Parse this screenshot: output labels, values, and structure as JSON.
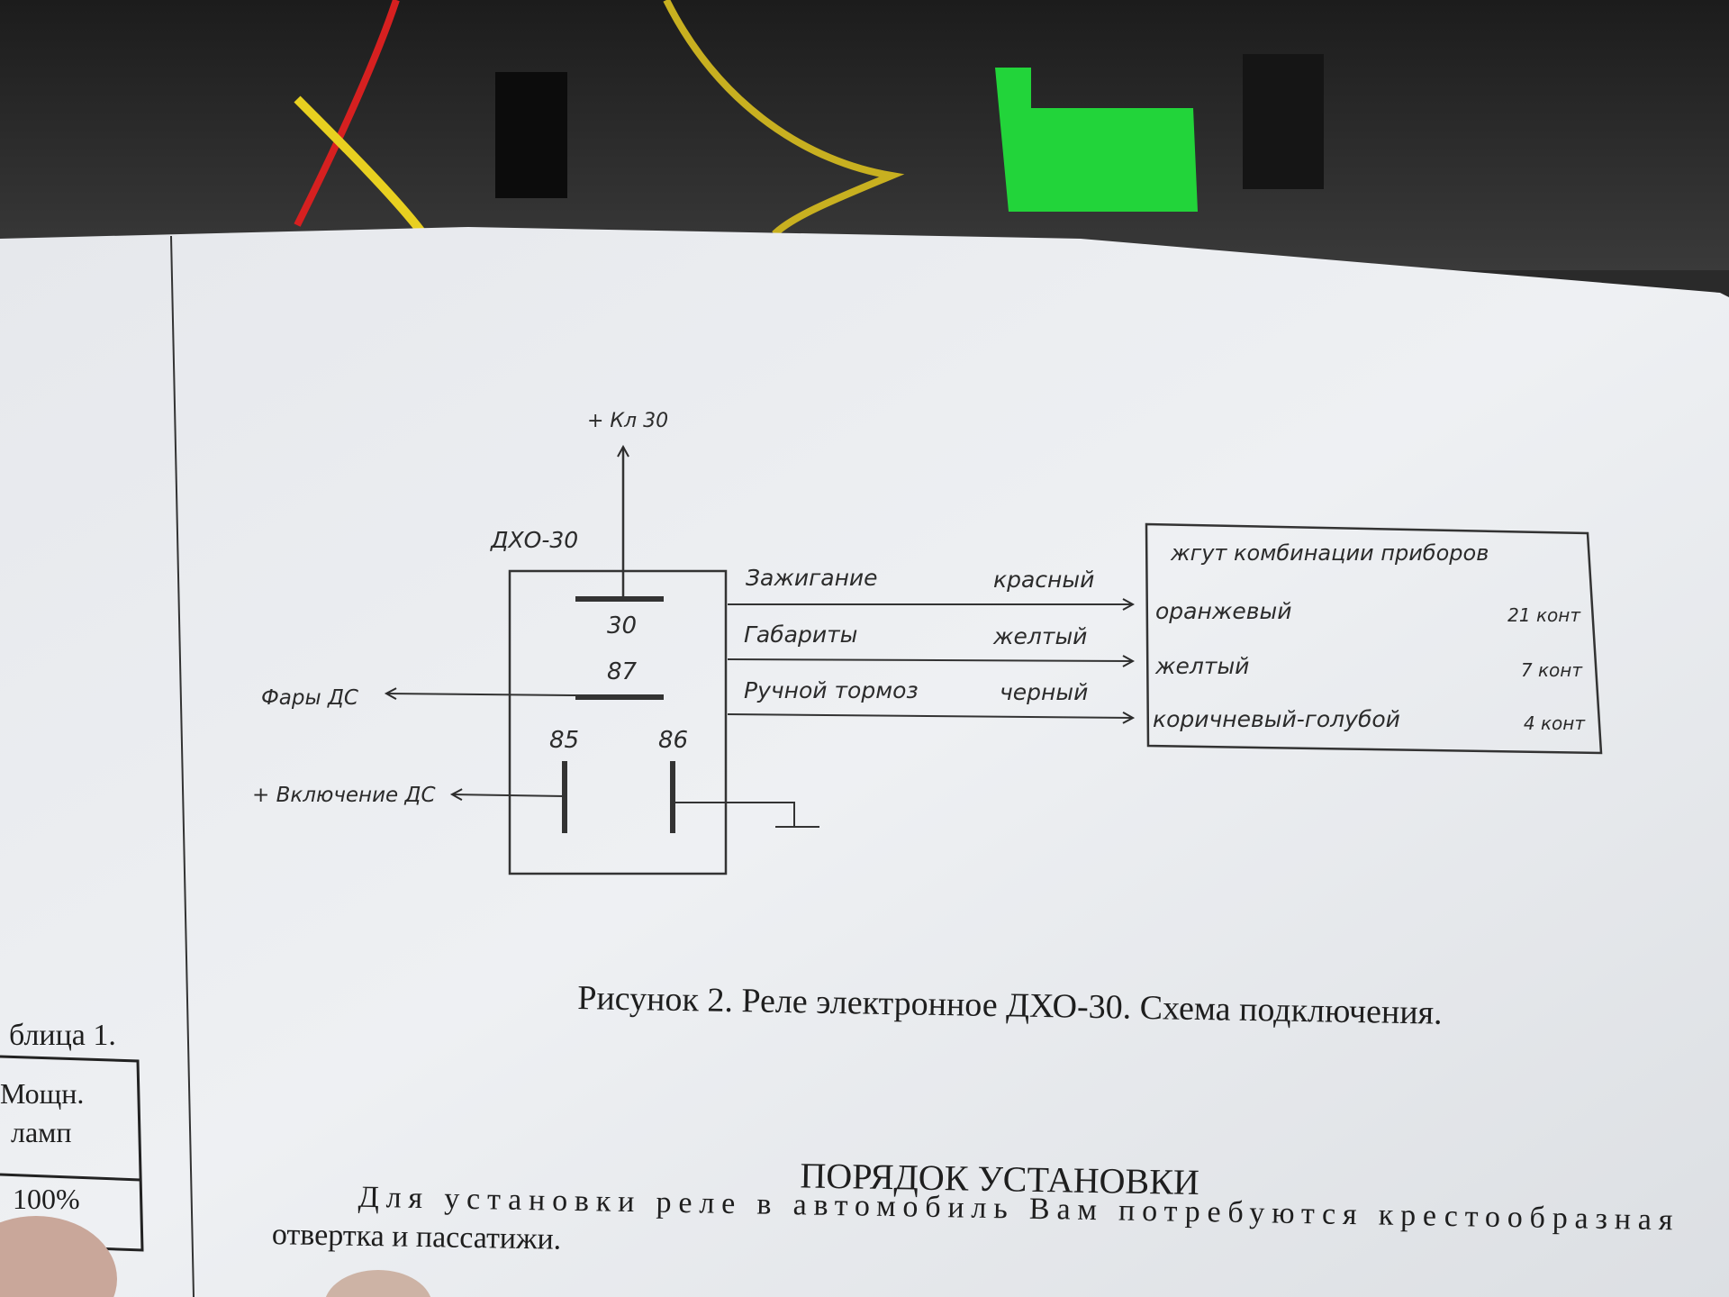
{
  "diagram": {
    "relay_name": "ДХО-30",
    "supply_label": "+ Кл 30",
    "terminals": {
      "t30": "30",
      "t87": "87",
      "t85": "85",
      "t86": "86"
    },
    "left_outputs": [
      {
        "label": "Фары ДС"
      },
      {
        "label": "+ Включение ДС"
      }
    ],
    "inputs": [
      {
        "signal": "Зажигание",
        "wire": "красный"
      },
      {
        "signal": "Габариты",
        "wire": "желтый"
      },
      {
        "signal": "Ручной тормоз",
        "wire": "черный"
      }
    ],
    "harness": {
      "title": "жгут комбинации приборов",
      "rows": [
        {
          "color": "оранжевый",
          "pin": "21 конт"
        },
        {
          "color": "желтый",
          "pin": "7 конт"
        },
        {
          "color": "коричневый-голубой",
          "pin": "4 конт"
        }
      ]
    }
  },
  "caption": "Рисунок 2. Реле электронное ДХО-30. Схема подключения.",
  "section": {
    "heading": "ПОРЯДОК УСТАНОВКИ",
    "line1": "Для установки реле в автомобиль Вам потребуются крестообразная",
    "line2": "отвертка и пассатижи."
  },
  "side_table": {
    "title": "блица 1.",
    "header_line1": "Мощн.",
    "header_line2": "ламп",
    "value": "100%"
  }
}
